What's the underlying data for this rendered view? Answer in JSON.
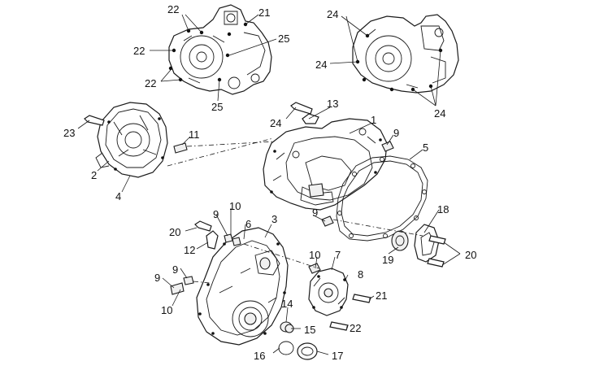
{
  "diagram": {
    "callouts": [
      {
        "id": "c22a",
        "text": "22"
      },
      {
        "id": "c21a",
        "text": "21"
      },
      {
        "id": "c22b",
        "text": "22"
      },
      {
        "id": "c25a",
        "text": "25"
      },
      {
        "id": "c22c",
        "text": "22"
      },
      {
        "id": "c25b",
        "text": "25"
      },
      {
        "id": "c24a",
        "text": "24"
      },
      {
        "id": "c24b",
        "text": "24"
      },
      {
        "id": "c24c",
        "text": "24"
      },
      {
        "id": "c13",
        "text": "13"
      },
      {
        "id": "c24d",
        "text": "24"
      },
      {
        "id": "c1",
        "text": "1"
      },
      {
        "id": "c9a",
        "text": "9"
      },
      {
        "id": "c5",
        "text": "5"
      },
      {
        "id": "c23",
        "text": "23"
      },
      {
        "id": "c11",
        "text": "11"
      },
      {
        "id": "c2",
        "text": "2"
      },
      {
        "id": "c4",
        "text": "4"
      },
      {
        "id": "c10a",
        "text": "10"
      },
      {
        "id": "c9b",
        "text": "9"
      },
      {
        "id": "c6",
        "text": "6"
      },
      {
        "id": "c3",
        "text": "3"
      },
      {
        "id": "c20a",
        "text": "20"
      },
      {
        "id": "c12",
        "text": "12"
      },
      {
        "id": "c9c",
        "text": "9"
      },
      {
        "id": "c18",
        "text": "18"
      },
      {
        "id": "c10b",
        "text": "10"
      },
      {
        "id": "c7",
        "text": "7"
      },
      {
        "id": "c19",
        "text": "19"
      },
      {
        "id": "c20b",
        "text": "20"
      },
      {
        "id": "c9d",
        "text": "9"
      },
      {
        "id": "c9e",
        "text": "9"
      },
      {
        "id": "c8",
        "text": "8"
      },
      {
        "id": "c10c",
        "text": "10"
      },
      {
        "id": "c21b",
        "text": "21"
      },
      {
        "id": "c14",
        "text": "14"
      },
      {
        "id": "c15",
        "text": "15"
      },
      {
        "id": "c22d",
        "text": "22"
      },
      {
        "id": "c16",
        "text": "16"
      },
      {
        "id": "c17",
        "text": "17"
      }
    ]
  }
}
